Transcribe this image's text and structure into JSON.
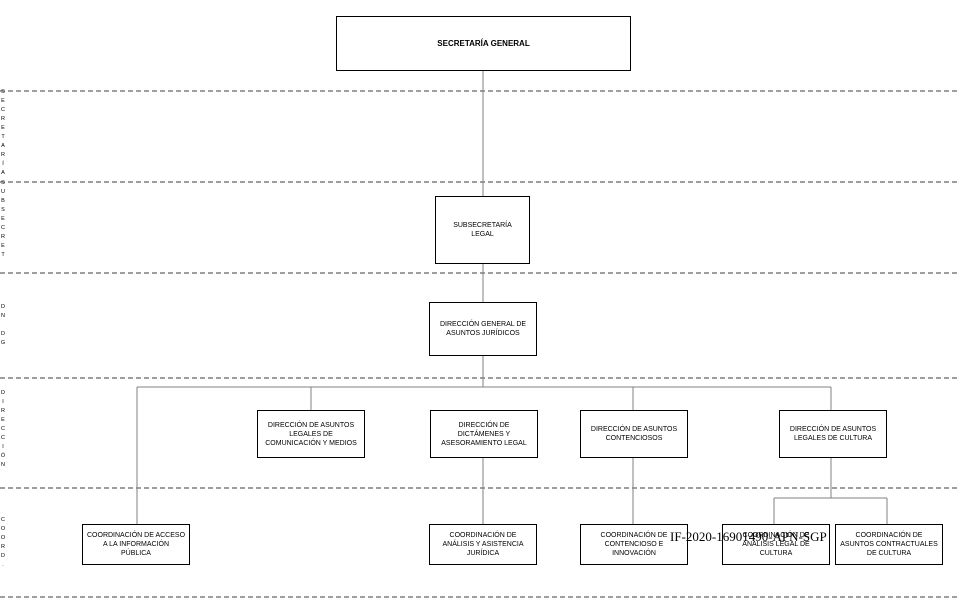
{
  "chart_data": {
    "type": "org-chart",
    "levels": [
      {
        "label": "SECRETARÍA"
      },
      {
        "label": "SUBSECRET"
      },
      {
        "label": "DN DG"
      },
      {
        "label": "DIRECCIÓN"
      },
      {
        "label": "COORD."
      }
    ],
    "nodes": {
      "secretaria": "SECRETARÍA GENERAL",
      "subsecretaria": "SUBSECRETARÍA LEGAL",
      "dg_asuntos_juridicos": "DIRECCIÓN GENERAL DE ASUNTOS JURÍDICOS",
      "dir_comunicacion": "DIRECCIÓN DE ASUNTOS LEGALES DE COMUNICACIÓN Y MEDIOS",
      "dir_dictamenes": "DIRECCIÓN DE DICTÁMENES Y ASESORAMIENTO LEGAL",
      "dir_contenciosos": "DIRECCIÓN DE ASUNTOS CONTENCIOSOS",
      "dir_cultura": "DIRECCIÓN DE ASUNTOS LEGALES DE CULTURA",
      "coord_acceso": "COORDINACIÓN DE ACCESO A LA INFORMACIÓN PÚBLICA",
      "coord_analisis": "COORDINACIÓN DE ANÁLISIS Y ASISTENCIA JURÍDICA",
      "coord_contencioso": "COORDINACIÓN DE CONTENCIOSO E INNOVACIÓN",
      "coord_analisis_cultura": "COORDINACIÓN DE ANÁLISIS LEGAL DE CULTURA",
      "coord_contractuales": "COORDINACIÓN DE ASUNTOS CONTRACTUALES DE CULTURA"
    },
    "edges": [
      [
        "secretaria",
        "subsecretaria"
      ],
      [
        "subsecretaria",
        "dg_asuntos_juridicos"
      ],
      [
        "dg_asuntos_juridicos",
        "coord_acceso"
      ],
      [
        "dg_asuntos_juridicos",
        "dir_comunicacion"
      ],
      [
        "dg_asuntos_juridicos",
        "dir_dictamenes"
      ],
      [
        "dg_asuntos_juridicos",
        "dir_contenciosos"
      ],
      [
        "dg_asuntos_juridicos",
        "dir_cultura"
      ],
      [
        "dir_dictamenes",
        "coord_analisis"
      ],
      [
        "dir_contenciosos",
        "coord_contencioso"
      ],
      [
        "dir_cultura",
        "coord_analisis_cultura"
      ],
      [
        "dir_cultura",
        "coord_contractuales"
      ]
    ]
  },
  "stamp": "IF-2020-16901490-APN-SGP",
  "colors": {
    "line": "#808080",
    "border": "#000000",
    "dash": "#000000"
  }
}
